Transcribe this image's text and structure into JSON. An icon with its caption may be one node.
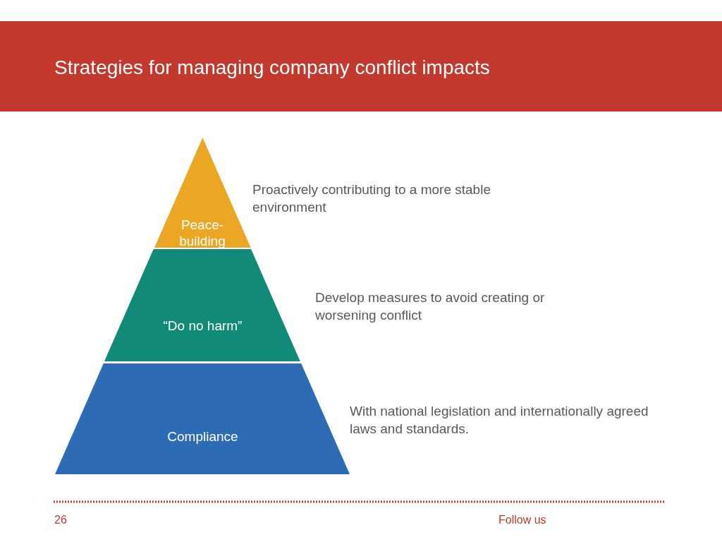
{
  "diagram": {
    "title": "Strategies for managing company conflict impacts",
    "nodes": [
      {
        "text": [
          "Peace-building"
        ],
        "beside": [
          "Proactively contributing to a more stable environment"
        ]
      },
      {
        "text": [
          "“Do no harm”"
        ],
        "beside": [
          "Develop measures to avoid creating or worsening conflict"
        ]
      },
      {
        "text": [
          "Compliance"
        ],
        "beside": [
          "With national legislation and internationally agreed laws and standards."
        ]
      }
    ],
    "labels": [
      "26",
      "Follow us"
    ]
  }
}
